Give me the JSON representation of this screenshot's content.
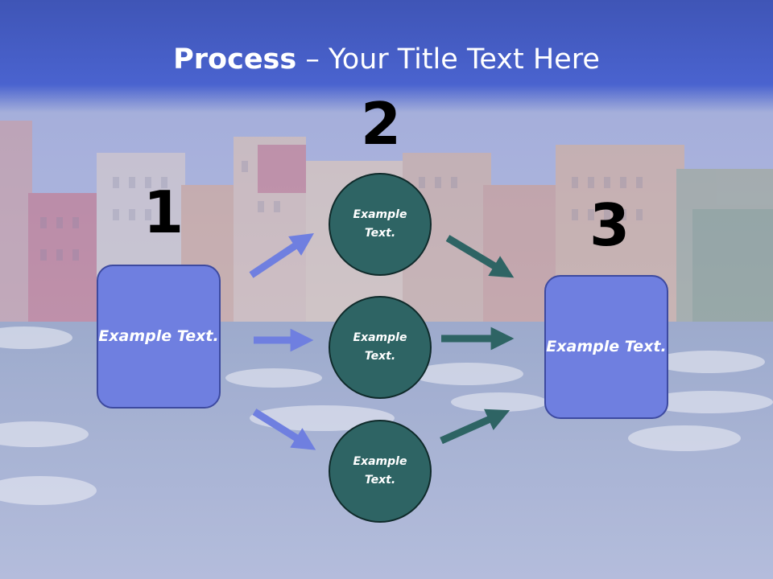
{
  "title": {
    "bold": "Process",
    "rest": " – Your Title Text Here"
  },
  "steps": {
    "one": "1",
    "two": "2",
    "three": "3"
  },
  "boxes": {
    "left": "Example Text.",
    "right": "Example Text."
  },
  "circles": {
    "top": "Example Text.",
    "middle": "Example Text.",
    "bottom": "Example Text."
  },
  "colors": {
    "box": "#6f7fe0",
    "circle": "#2e6464",
    "arrow_in": "#6f7fe0",
    "arrow_out": "#2e6464",
    "title_band": "#4a63cf"
  }
}
